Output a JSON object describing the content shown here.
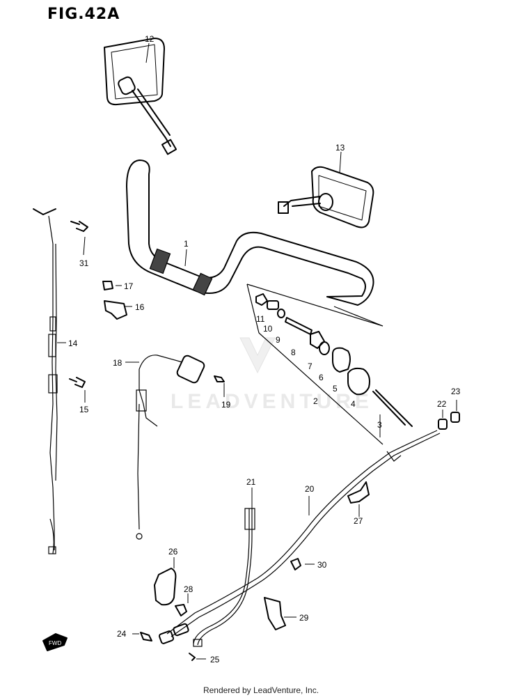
{
  "figure": {
    "title": "FIG.42A"
  },
  "callouts": [
    "1",
    "2",
    "3",
    "4",
    "5",
    "6",
    "7",
    "8",
    "9",
    "10",
    "11",
    "12",
    "13",
    "14",
    "15",
    "16",
    "17",
    "18",
    "19",
    "20",
    "21",
    "22",
    "23",
    "24",
    "25",
    "26",
    "27",
    "28",
    "29",
    "30",
    "31"
  ],
  "watermark": {
    "text": "LEADVENTURE"
  },
  "fwd_mark": "FWD",
  "footer": {
    "text": "Rendered by LeadVenture, Inc."
  }
}
